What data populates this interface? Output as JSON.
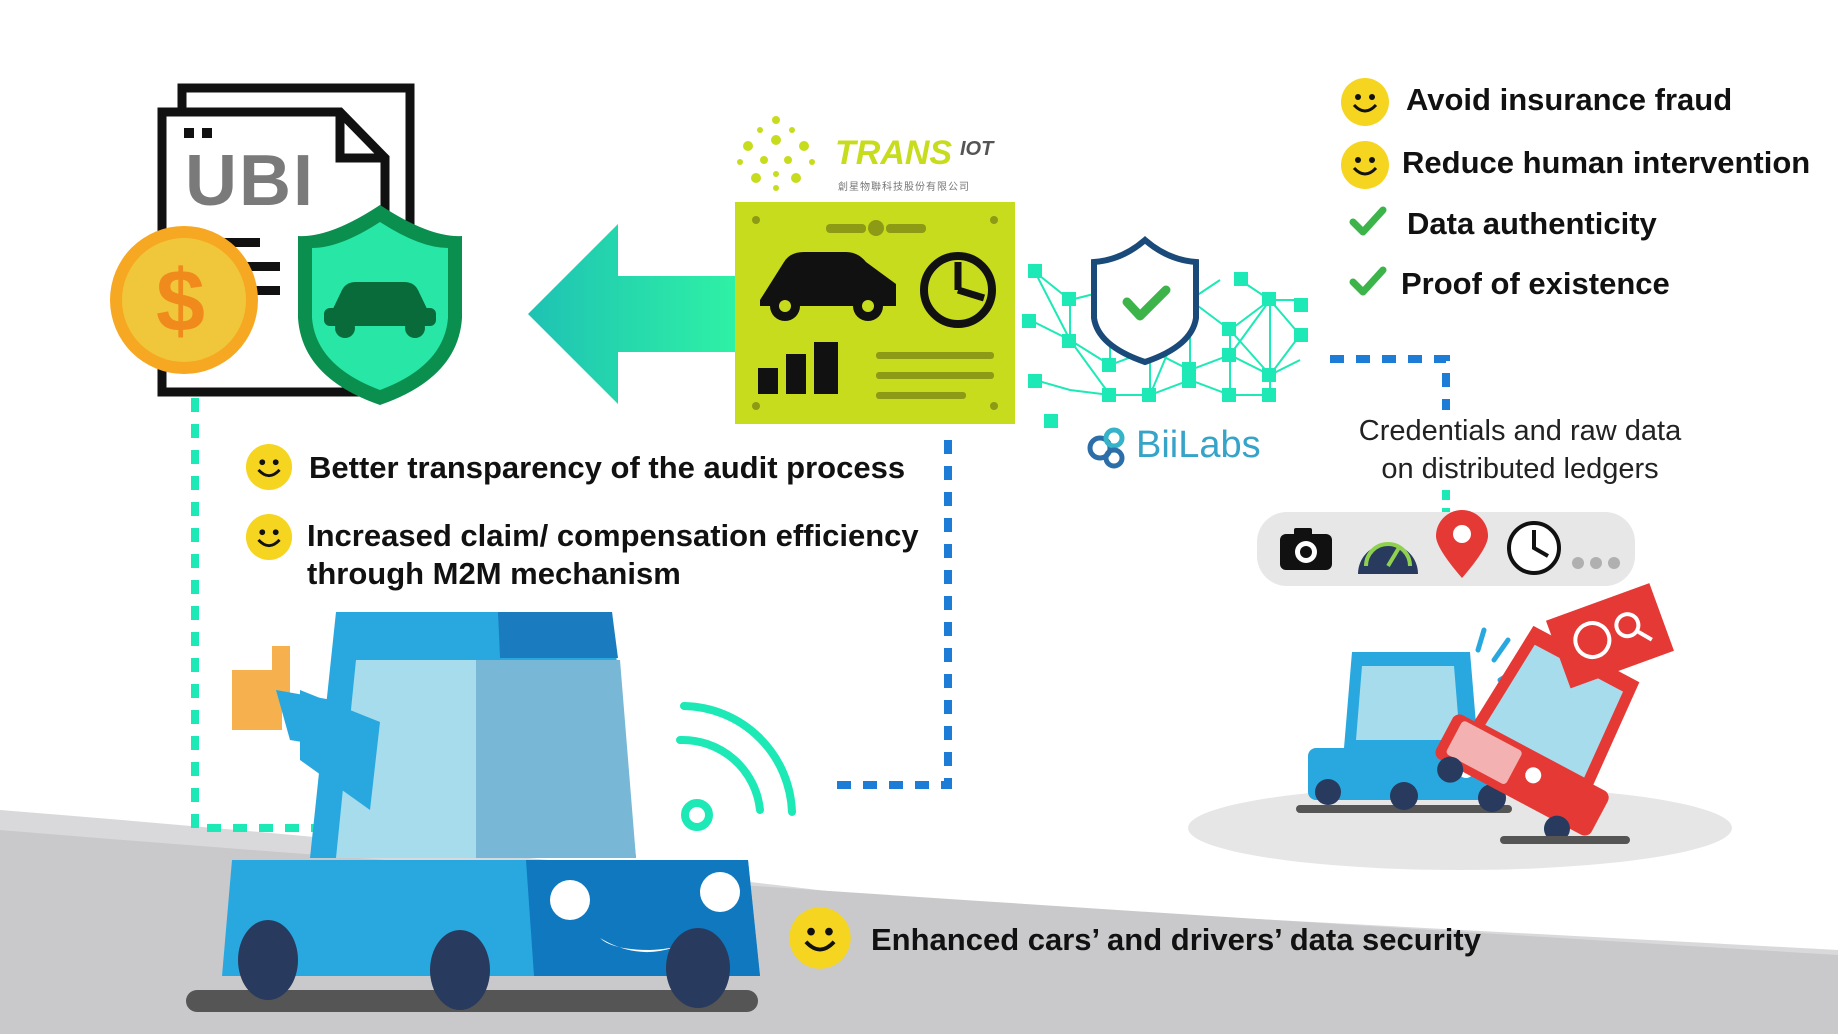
{
  "colors": {
    "teal": "#1de9b6",
    "dash_blue": "#1c7cd6",
    "lime": "#c8dc1e",
    "car_blue": "#29a8e0",
    "car_red": "#e53935",
    "smile_yellow": "#f5d520",
    "check_green": "#4caf50",
    "shield_green": "#0a8a4a"
  },
  "ubi": {
    "label": "UBI",
    "dollar": "$"
  },
  "brand": {
    "name": "TRANS",
    "suffix": "IOT",
    "tagline": "創星物聯科技股份有限公司"
  },
  "biilabs": {
    "name": "BiiLabs"
  },
  "benefits_right": [
    {
      "icon": "smile-icon",
      "text": "Avoid insurance fraud"
    },
    {
      "icon": "smile-icon",
      "text": "Reduce human intervention"
    },
    {
      "icon": "check-icon",
      "text": "Data authenticity"
    },
    {
      "icon": "check-icon",
      "text": "Proof of existence"
    }
  ],
  "credentials": {
    "line1": "Credentials and raw data",
    "line2": "on distributed ledgers"
  },
  "sensors": [
    "camera-icon",
    "speedometer-icon",
    "location-pin-icon",
    "clock-icon",
    "more-icon"
  ],
  "benefits_left": [
    {
      "icon": "smile-icon",
      "text": "Better transparency of the audit process"
    },
    {
      "icon": "smile-icon",
      "line1": "Increased claim/ compensation efficiency",
      "line2": "through M2M mechanism"
    }
  ],
  "bottom": {
    "icon": "smile-icon",
    "text": "Enhanced cars’ and drivers’ data security"
  }
}
